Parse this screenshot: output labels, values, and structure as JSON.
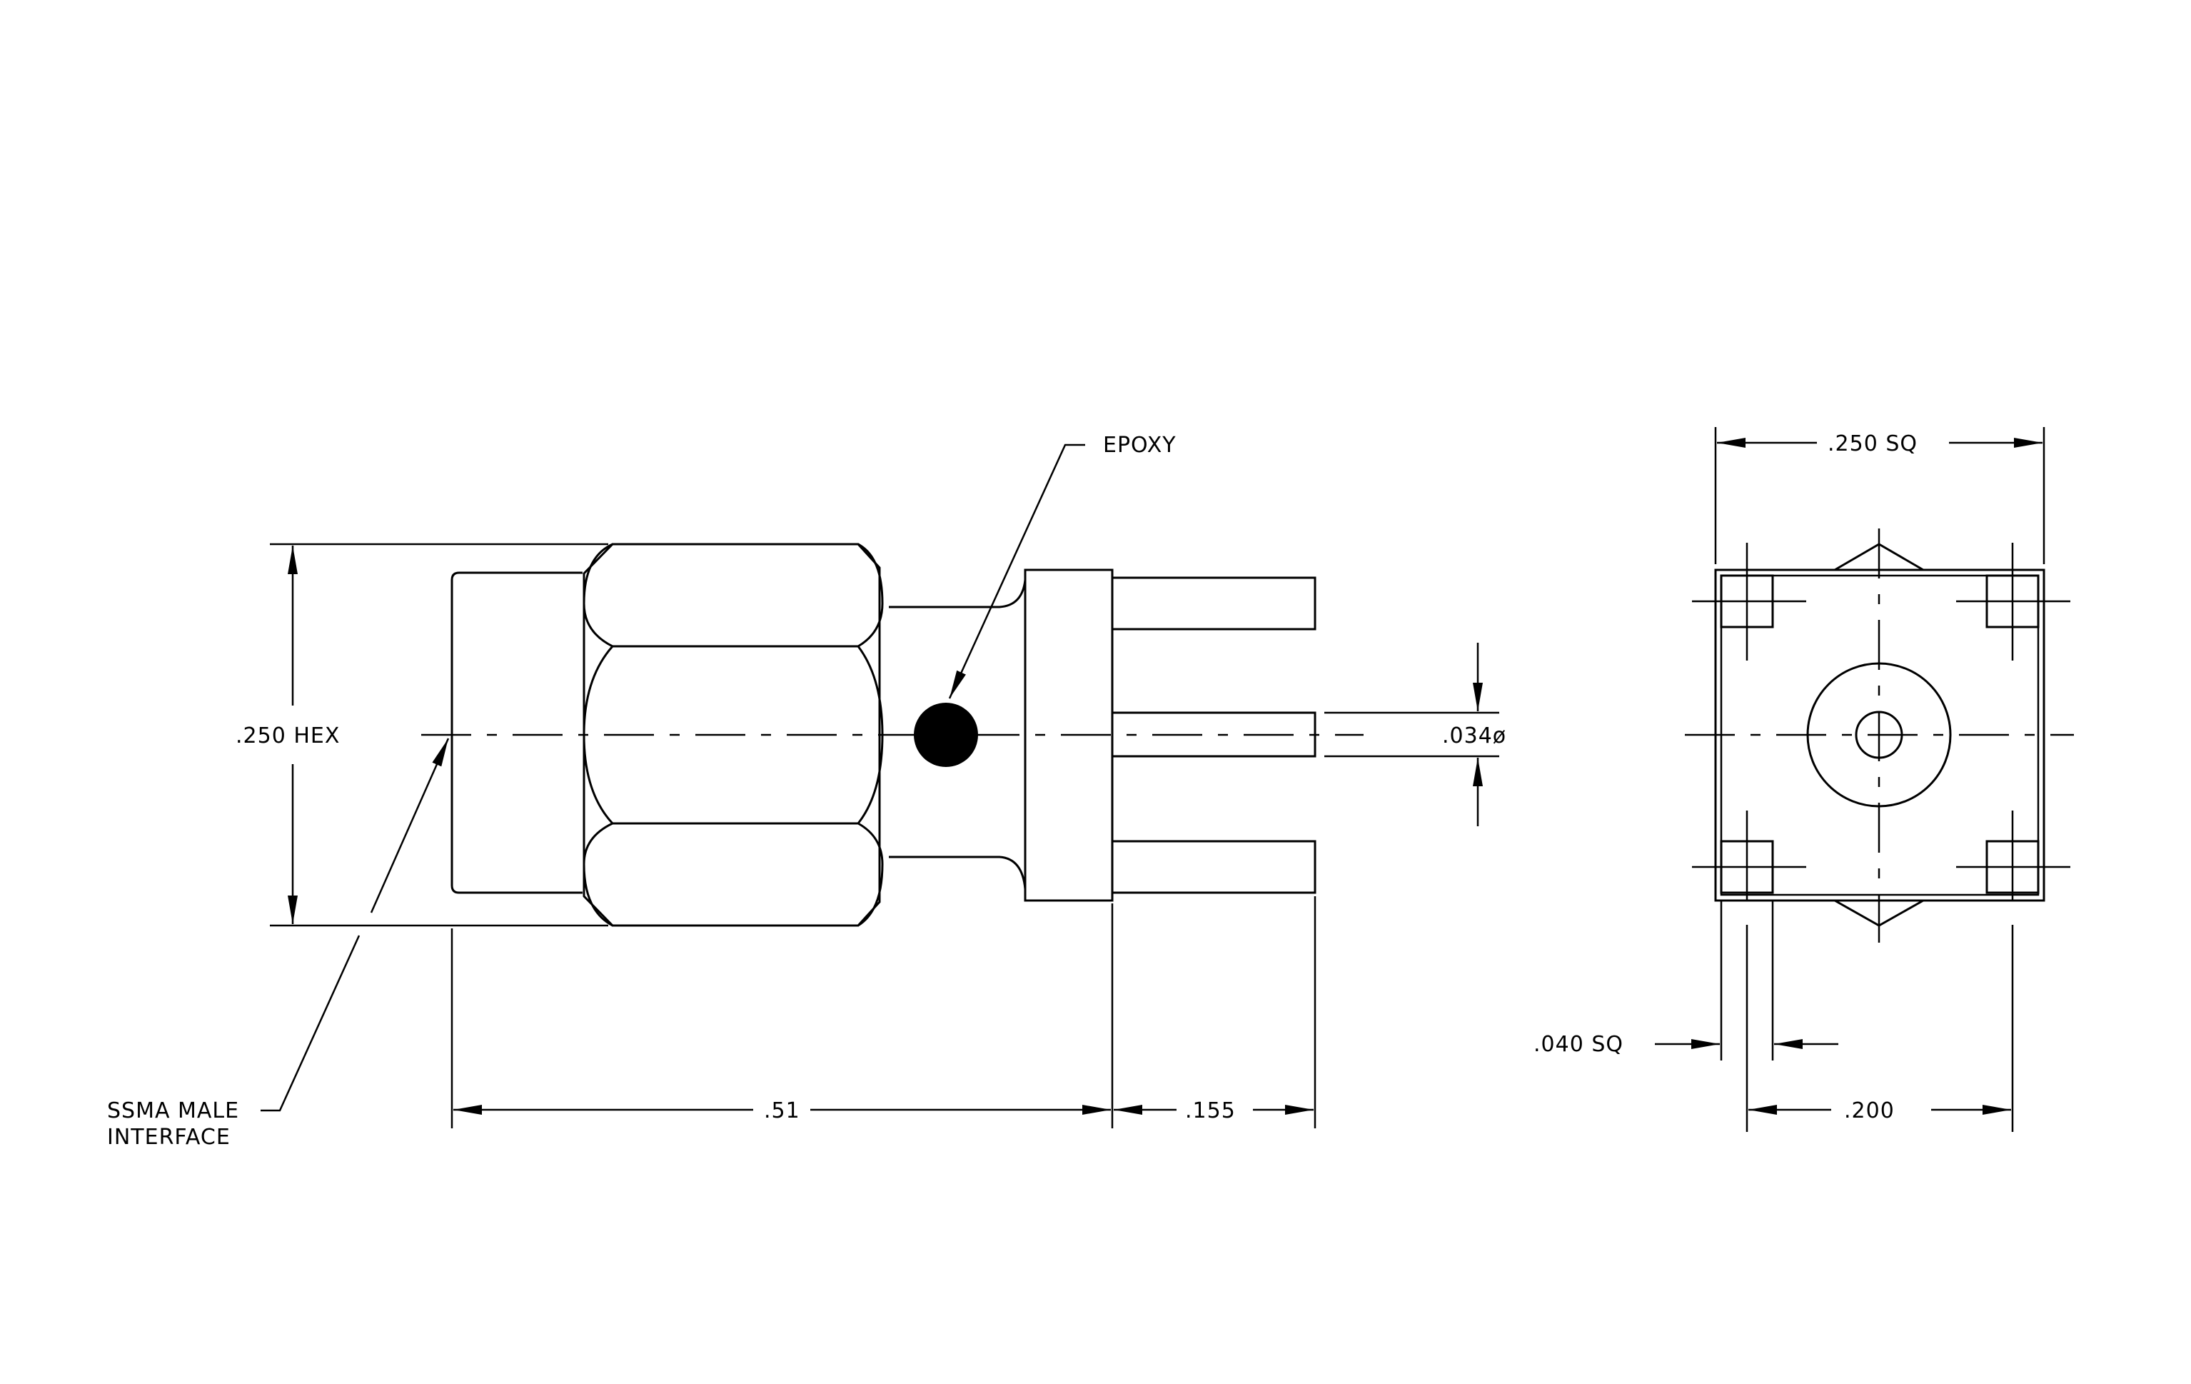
{
  "labels": {
    "epoxy": "EPOXY",
    "hex": ".250 HEX",
    "interface_line1": "SSMA MALE",
    "interface_line2": "INTERFACE",
    "pin_diameter": ".034ø",
    "body_length": ".51",
    "pin_length": ".155",
    "flange_square": ".250 SQ",
    "pin_square": ".040 SQ",
    "pin_spacing": ".200"
  },
  "colors": {
    "line": "#000000",
    "background": "#ffffff"
  }
}
